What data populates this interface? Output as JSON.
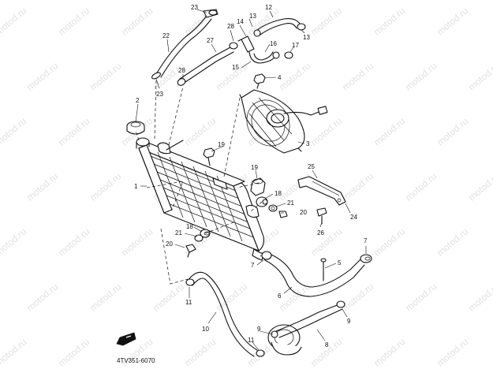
{
  "watermark": {
    "text": "motod.ru"
  },
  "diagram_code": "4TV351-6070",
  "callouts": [
    {
      "key": "c1",
      "num": "1"
    },
    {
      "key": "c2",
      "num": "2"
    },
    {
      "key": "c3",
      "num": "3"
    },
    {
      "key": "c4",
      "num": "4"
    },
    {
      "key": "c5",
      "num": "5"
    },
    {
      "key": "c6",
      "num": "6"
    },
    {
      "key": "c7a",
      "num": "7"
    },
    {
      "key": "c7b",
      "num": "7"
    },
    {
      "key": "c8",
      "num": "8"
    },
    {
      "key": "c9a",
      "num": "9"
    },
    {
      "key": "c9b",
      "num": "9"
    },
    {
      "key": "c10",
      "num": "10"
    },
    {
      "key": "c11a",
      "num": "11"
    },
    {
      "key": "c11b",
      "num": "11"
    },
    {
      "key": "c12",
      "num": "12"
    },
    {
      "key": "c13a",
      "num": "13"
    },
    {
      "key": "c13b",
      "num": "13"
    },
    {
      "key": "c14",
      "num": "14"
    },
    {
      "key": "c15",
      "num": "15"
    },
    {
      "key": "c16",
      "num": "16"
    },
    {
      "key": "c17",
      "num": "17"
    },
    {
      "key": "c18a",
      "num": "18"
    },
    {
      "key": "c18b",
      "num": "18"
    },
    {
      "key": "c19a",
      "num": "19"
    },
    {
      "key": "c19b",
      "num": "19"
    },
    {
      "key": "c20a",
      "num": "20"
    },
    {
      "key": "c20b",
      "num": "20"
    },
    {
      "key": "c21a",
      "num": "21"
    },
    {
      "key": "c21b",
      "num": "21"
    },
    {
      "key": "c22",
      "num": "22"
    },
    {
      "key": "c23a",
      "num": "23"
    },
    {
      "key": "c23b",
      "num": "23"
    },
    {
      "key": "c24",
      "num": "24"
    },
    {
      "key": "c25",
      "num": "25"
    },
    {
      "key": "c26",
      "num": "26"
    },
    {
      "key": "c27",
      "num": "27"
    },
    {
      "key": "c28a",
      "num": "28"
    },
    {
      "key": "c28b",
      "num": "28"
    }
  ]
}
